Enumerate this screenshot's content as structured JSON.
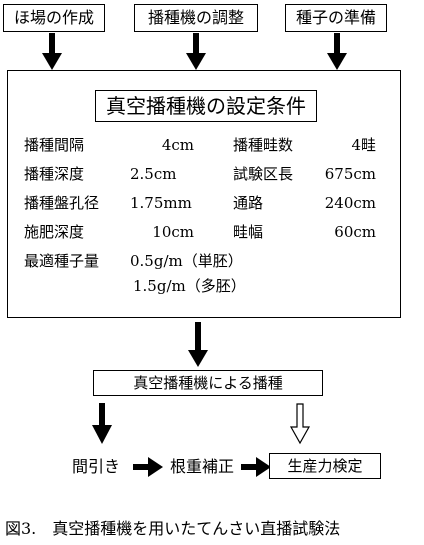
{
  "top_boxes": [
    "ほ場の作成",
    "播種機の調整",
    "種子の準備"
  ],
  "settings_title": "真空播種機の設定条件",
  "left_params": [
    {
      "label": "播種間隔",
      "value": "4cm"
    },
    {
      "label": "播種深度",
      "value": "2.5cm"
    },
    {
      "label": "播種盤孔径",
      "value": "1.75mm"
    },
    {
      "label": "施肥深度",
      "value": "10cm"
    }
  ],
  "right_params": [
    {
      "label": "播種畦数",
      "value": "4畦"
    },
    {
      "label": "試験区長",
      "value": "675cm"
    },
    {
      "label": "通路",
      "value": "240cm"
    },
    {
      "label": "畦幅",
      "value": "60cm"
    }
  ],
  "seed_amount": {
    "label": "最適種子量",
    "value1": "0.5g/m（単胚）",
    "value2": "1.5g/m（多胚）"
  },
  "method": "真空播種機による播種",
  "steps": [
    "間引き",
    "根重補正",
    "生産力検定"
  ],
  "caption": "図3.　真空播種機を用いたてんさい直播試験法"
}
